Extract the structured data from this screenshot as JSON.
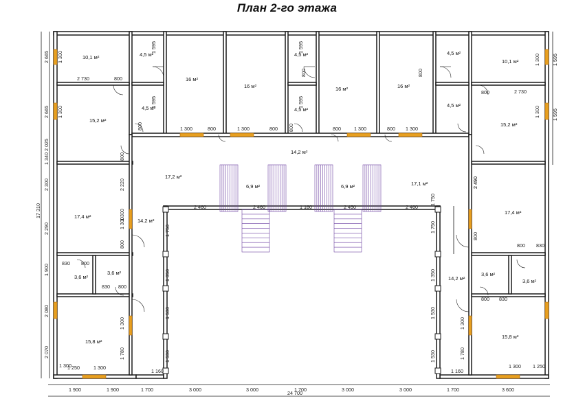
{
  "title": "План 2-го этажа",
  "overall_width_label": "24 700",
  "overall_height_label": "17 310",
  "rooms": [
    {
      "id": "r1",
      "label": "10,1 м²"
    },
    {
      "id": "r2",
      "label": "4,5 м²"
    },
    {
      "id": "r3",
      "label": "16 м²"
    },
    {
      "id": "r4",
      "label": "16 м²"
    },
    {
      "id": "r5",
      "label": "4,5 м²"
    },
    {
      "id": "r6",
      "label": "16 м²"
    },
    {
      "id": "r7",
      "label": "16 м²"
    },
    {
      "id": "r8",
      "label": "4,5 м²"
    },
    {
      "id": "r9",
      "label": "10,1 м²"
    },
    {
      "id": "r10",
      "label": "15,2 м²"
    },
    {
      "id": "r11",
      "label": "4,5 м²"
    },
    {
      "id": "r12",
      "label": "4,5 м²"
    },
    {
      "id": "r13",
      "label": "4,5 м²"
    },
    {
      "id": "r14",
      "label": "15,2 м²"
    },
    {
      "id": "r15",
      "label": "14,2 м²"
    },
    {
      "id": "r16",
      "label": "17,2 м²"
    },
    {
      "id": "r17",
      "label": "6,9 м²"
    },
    {
      "id": "r18",
      "label": "6,9 м²"
    },
    {
      "id": "r19",
      "label": "17,1 м²"
    },
    {
      "id": "r20",
      "label": "17,4 м²"
    },
    {
      "id": "r21",
      "label": "14,2 м²"
    },
    {
      "id": "r22",
      "label": "17,4 м²"
    },
    {
      "id": "r23",
      "label": "3,6 м²"
    },
    {
      "id": "r24",
      "label": "3,6 м²"
    },
    {
      "id": "r25",
      "label": "14,2 м²"
    },
    {
      "id": "r26",
      "label": "3,6 м²"
    },
    {
      "id": "r27",
      "label": "3,6 м²"
    },
    {
      "id": "r28",
      "label": "15,8 м²"
    },
    {
      "id": "r29",
      "label": "15,8 м²"
    }
  ],
  "bottom_dims": [
    "1 900",
    "1 900",
    "1 700",
    "3 000",
    "3 000",
    "1 700",
    "3 000",
    "3 000",
    "1 700",
    "3 600"
  ],
  "left_dims": [
    "2 665",
    "2 665",
    "2 025",
    "1 340",
    "2 300",
    "2 290",
    "1 900",
    "2 080",
    "2 070"
  ],
  "right_dims": [
    "1 595",
    "1 595",
    "2 490",
    "1 750"
  ],
  "inner_dims": [
    "1 300",
    "2 730",
    "800",
    "1 595",
    "1 300",
    "800",
    "1 595",
    "800",
    "1 300",
    "800",
    "1 300",
    "800",
    "1 595",
    "800",
    "1 595",
    "800",
    "1 300",
    "800",
    "1 300",
    "800",
    "2 730",
    "1 300",
    "800",
    "1 300",
    "2 220",
    "800",
    "1 300",
    "800",
    "2 460",
    "2 460",
    "1 160",
    "2 450",
    "2 460",
    "1 750",
    "1 750",
    "1 350",
    "1 350",
    "1 530",
    "1 530",
    "1 530",
    "1 530",
    "830",
    "800",
    "830",
    "800",
    "800",
    "830",
    "800",
    "830",
    "1 300",
    "1 780",
    "1 250",
    "1 300",
    "1 160",
    "1 160",
    "1 780",
    "1 300",
    "1 250",
    "1 300",
    "1 300",
    "2 490",
    "1 300",
    "800"
  ]
}
